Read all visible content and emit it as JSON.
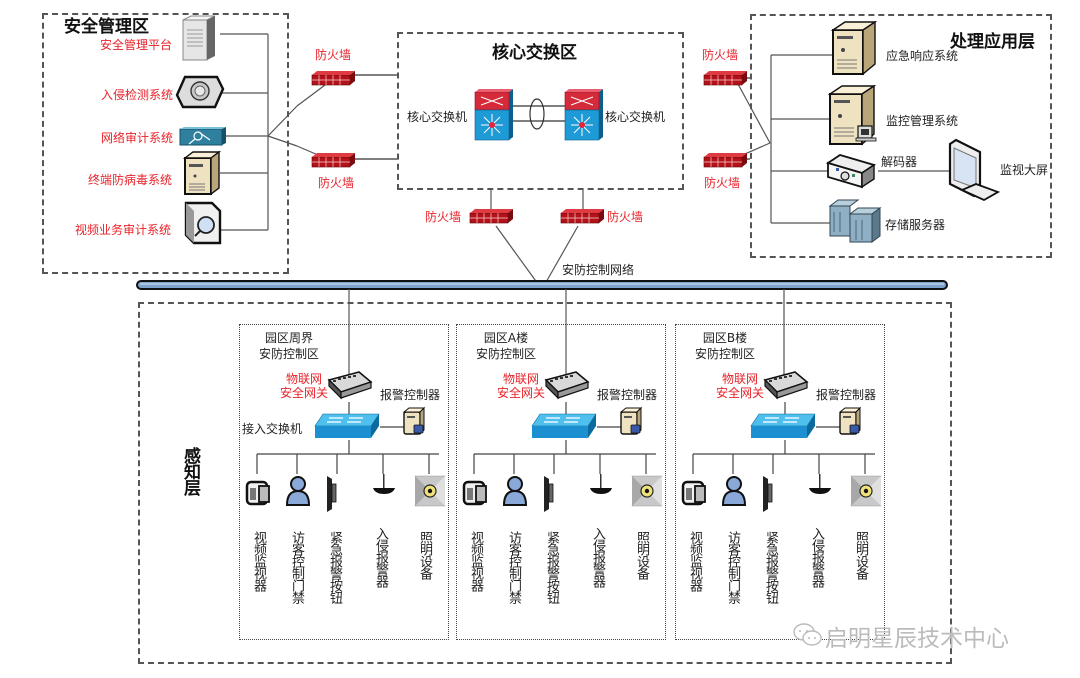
{
  "zones": {
    "security_mgmt": {
      "title": "安全管理区",
      "items": [
        {
          "label": "安全管理平台",
          "icon": "server-tower-icon"
        },
        {
          "label": "入侵检测系统",
          "icon": "ids-sensor-icon"
        },
        {
          "label": "网络审计系统",
          "icon": "network-audit-icon"
        },
        {
          "label": "终端防病毒系统",
          "icon": "antivirus-server-icon"
        },
        {
          "label": "视频业务审计系统",
          "icon": "video-audit-icon"
        }
      ]
    },
    "core": {
      "title": "核心交换区",
      "switch_left": "核心交换机",
      "switch_right": "核心交换机"
    },
    "processing": {
      "title": "处理应用层",
      "items": [
        {
          "label": "应急响应系统",
          "icon": "server-icon"
        },
        {
          "label": "监控管理系统",
          "icon": "server-workstation-icon"
        },
        {
          "label": "解码器",
          "icon": "decoder-icon"
        },
        {
          "label": "存储服务器",
          "icon": "storage-server-icon"
        }
      ],
      "monitor_wall": "监视大屏"
    },
    "perception": {
      "title": "感知层",
      "subzones": [
        {
          "title_lines": [
            "园区周界",
            "安防控制区"
          ],
          "gateway": [
            "物联网",
            "安全网关"
          ],
          "alarm_controller": "报警控制器",
          "access_switch": "接入交换机",
          "devices": [
            "视频监视器",
            "访客控制门禁",
            "紧急报警按钮",
            "入侵报警器",
            "照明设备"
          ]
        },
        {
          "title_lines": [
            "园区A楼",
            "安防控制区"
          ],
          "gateway": [
            "物联网",
            "安全网关"
          ],
          "alarm_controller": "报警控制器",
          "access_switch": "",
          "devices": [
            "视频监视器",
            "访客控制门禁",
            "紧急报警按钮",
            "入侵报警器",
            "照明设备"
          ]
        },
        {
          "title_lines": [
            "园区B楼",
            "安防控制区"
          ],
          "gateway": [
            "物联网",
            "安全网关"
          ],
          "alarm_controller": "报警控制器",
          "access_switch": "",
          "devices": [
            "视频监视器",
            "访客控制门禁",
            "紧急报警按钮",
            "入侵报警器",
            "照明设备"
          ]
        }
      ]
    }
  },
  "firewalls": {
    "label": "防火墙",
    "left_top": "防火墙",
    "left_bottom": "防火墙",
    "right_top": "防火墙",
    "right_bottom": "防火墙",
    "bottom_left": "防火墙",
    "bottom_right": "防火墙"
  },
  "network_bus": {
    "label": "安防控制网络"
  },
  "watermark": {
    "text": "启明星辰技术中心",
    "icon": "wechat-icon"
  },
  "colors": {
    "firewall": "#c0141e",
    "switch_blue": "#1b8fd0",
    "label_red": "#e8232a",
    "bus": "#7fa3cc"
  }
}
